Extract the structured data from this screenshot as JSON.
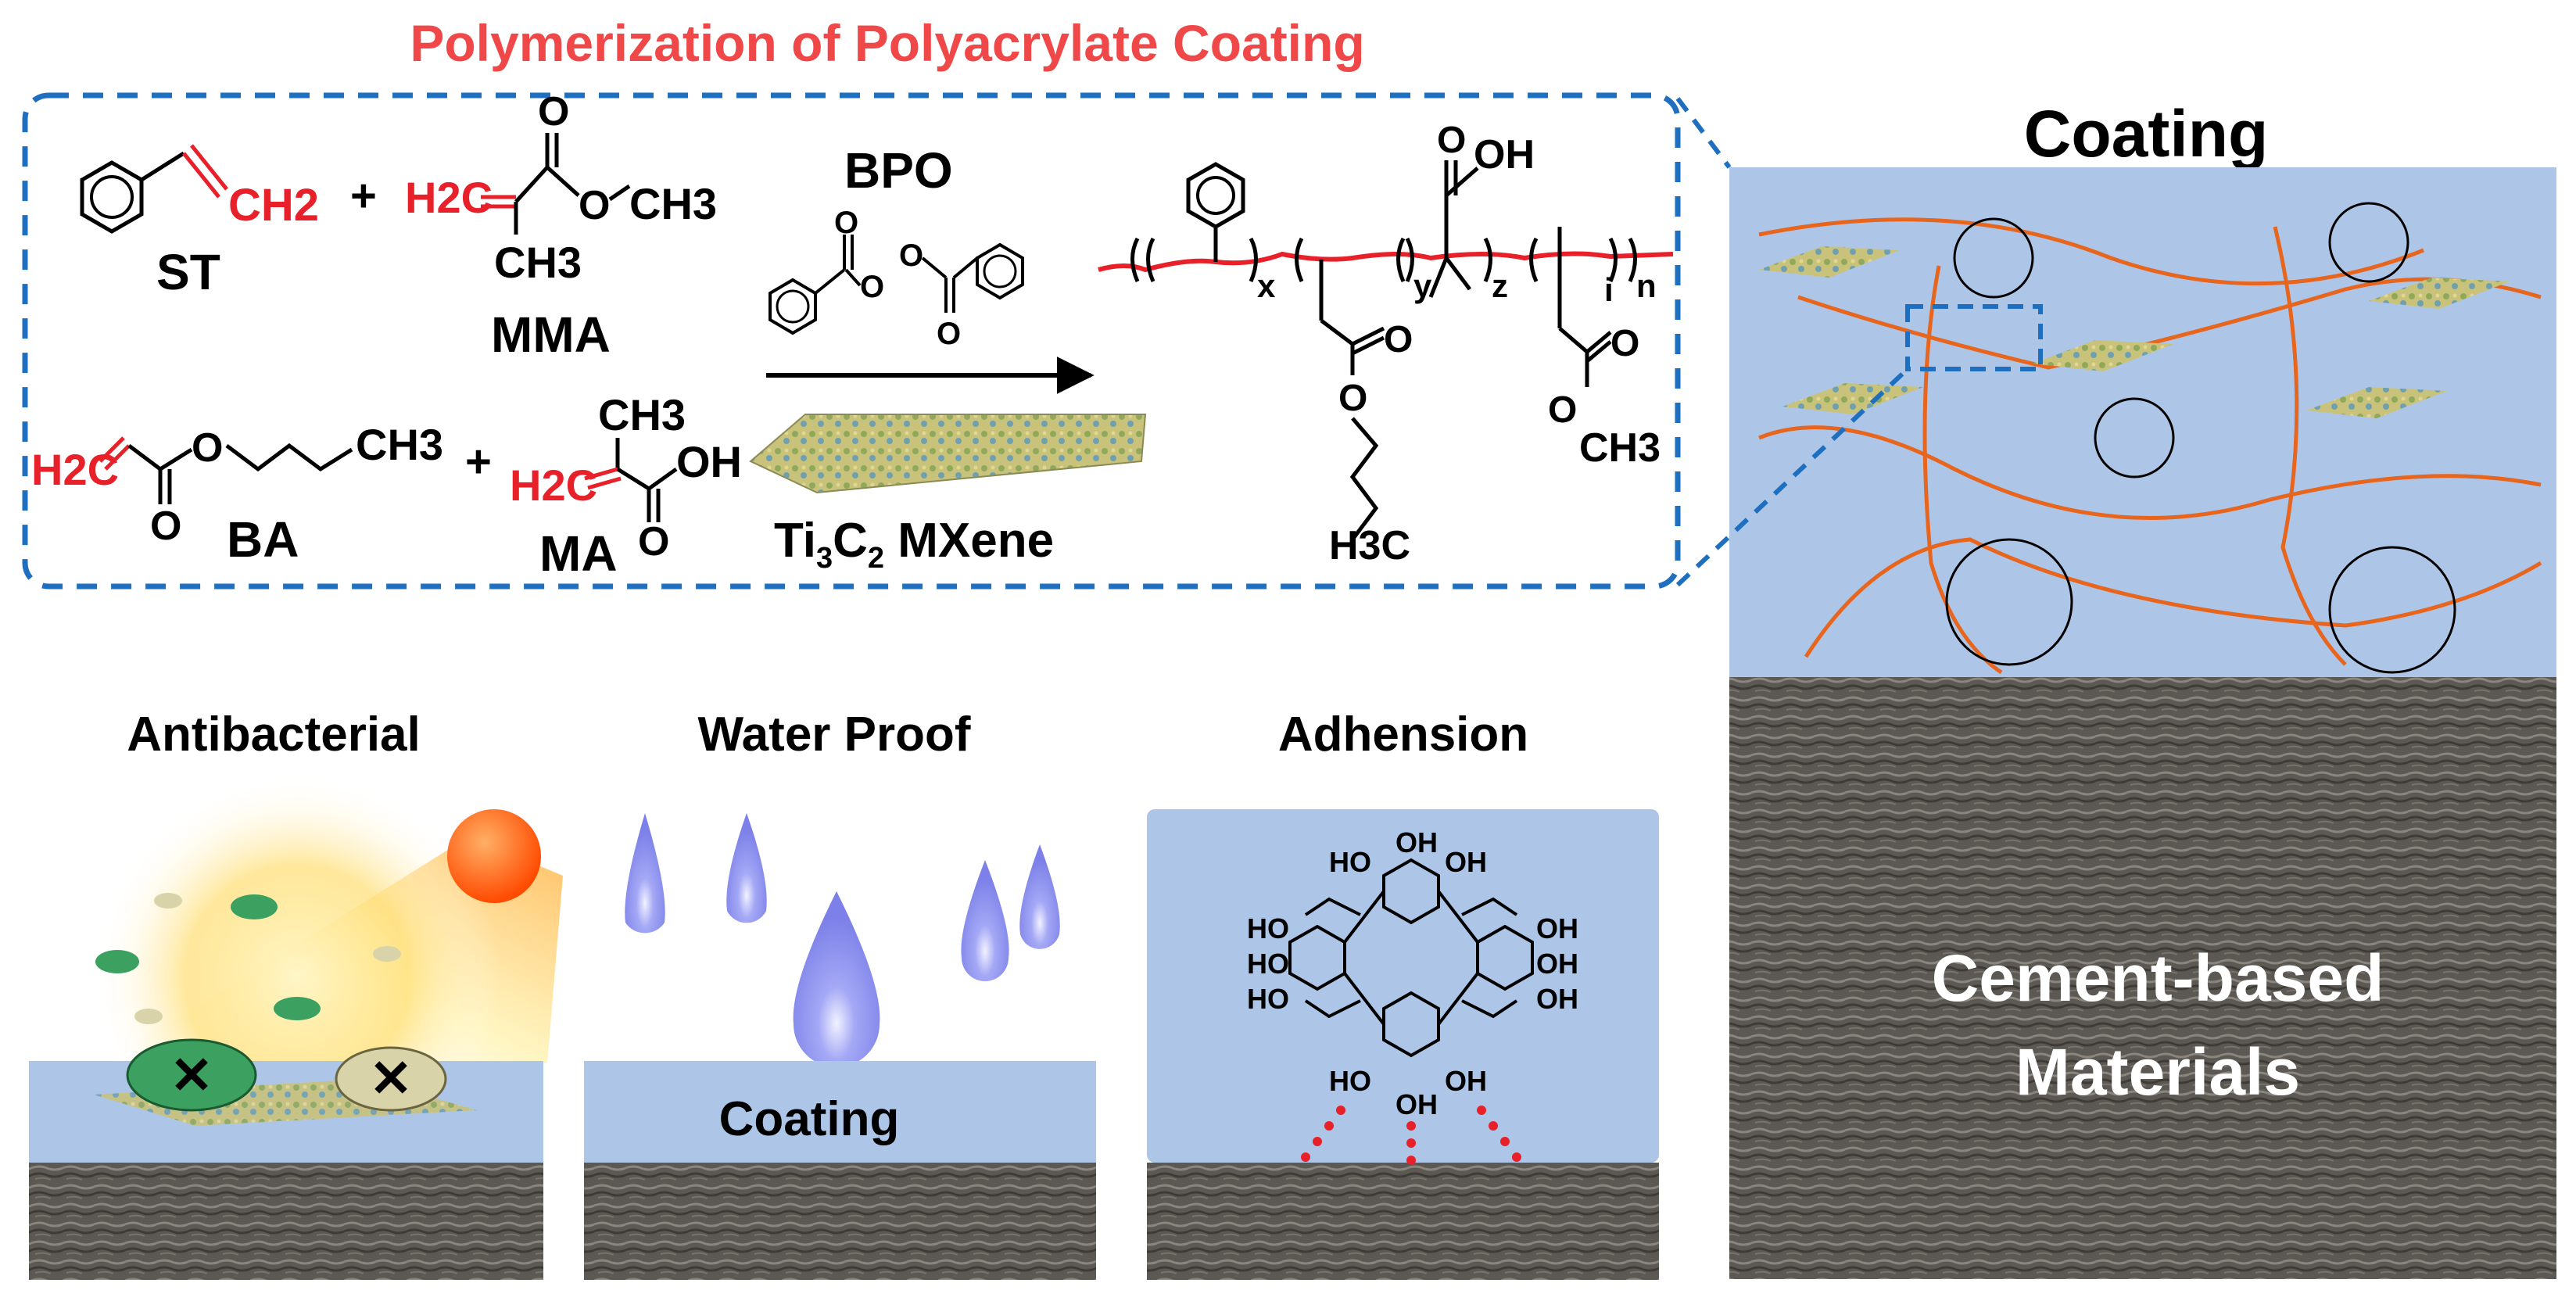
{
  "title": "Polymerization of Polyacrylate Coating",
  "colors": {
    "title_red": "#f04848",
    "dash_blue": "#1e6fbf",
    "coating_blue": "#adc6e8",
    "chain_orange": "#e8651e",
    "polymer_red": "#e8202a",
    "cement_gray": "#5e5a55",
    "drop_purple": "#8a8ef0",
    "sun_orange": "#ff5a10"
  },
  "monomers": {
    "st": {
      "name": "ST",
      "group": "CH2"
    },
    "mma": {
      "name": "MMA",
      "group_left": "H2C",
      "methyl": "CH3",
      "ester": "O",
      "ester_methyl": "CH3"
    },
    "ba": {
      "name": "BA",
      "group_left": "H2C",
      "chain": "CH3",
      "ester": "O"
    },
    "ma": {
      "name": "MA",
      "group_left": "H2C",
      "methyl": "CH3",
      "acid": "OH",
      "carbonyl": "O"
    },
    "plus": "+"
  },
  "reaction": {
    "initiator": "BPO",
    "catalyst_prefix": "Ti",
    "catalyst_sub1": "3",
    "catalyst_mid": "C",
    "catalyst_sub2": "2",
    "catalyst_suffix": " MXene",
    "peroxide_o": "O"
  },
  "polymer": {
    "subscripts": [
      "x",
      "y",
      "z",
      "i",
      "n"
    ],
    "acid": "OH",
    "acid_carbonyl": "O",
    "ba_carbonyl": "O",
    "ba_ester": "O",
    "ba_end": "H3C",
    "ma_carbonyl": "O",
    "ma_ester": "O",
    "ma_end": "CH3"
  },
  "right_panel": {
    "coating_label": "Coating",
    "substrate_label_line1": "Cement-based",
    "substrate_label_line2": "Materials"
  },
  "properties": {
    "antibacterial": {
      "title": "Antibacterial"
    },
    "water_proof": {
      "title": "Water Proof",
      "coating_label": "Coating"
    },
    "adhesion": {
      "title": "Adhension",
      "hydroxyl": "OH",
      "hydroxyl_left": "HO"
    }
  }
}
